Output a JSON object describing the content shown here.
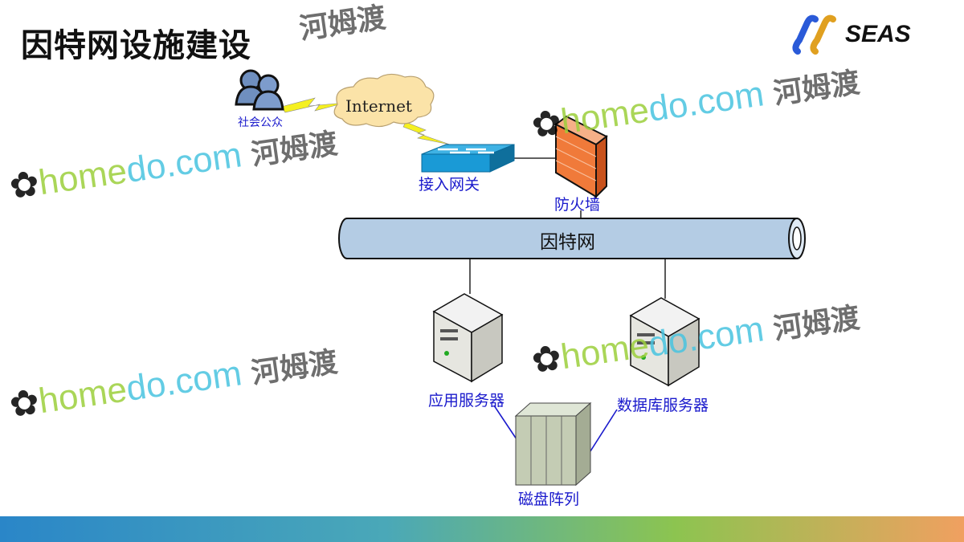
{
  "title": "因特网设施建设",
  "logo": {
    "text": "SEAS"
  },
  "watermark": {
    "brand_a": "home",
    "brand_b": "do",
    "brand_c": ".com",
    "cn": "河姆渡"
  },
  "diagram": {
    "nodes": {
      "public": "社会公众",
      "internet": "Internet",
      "gateway": "接入网关",
      "firewall": "防火墙",
      "backbone": "因特网",
      "app_server": "应用服务器",
      "db_server": "数据库服务器",
      "disk_array": "磁盘阵列"
    },
    "colors": {
      "label": "#1a1acc",
      "pipe": "#b4cce4",
      "firewall": "#f07a3a",
      "switch": "#1a9ad6"
    }
  }
}
